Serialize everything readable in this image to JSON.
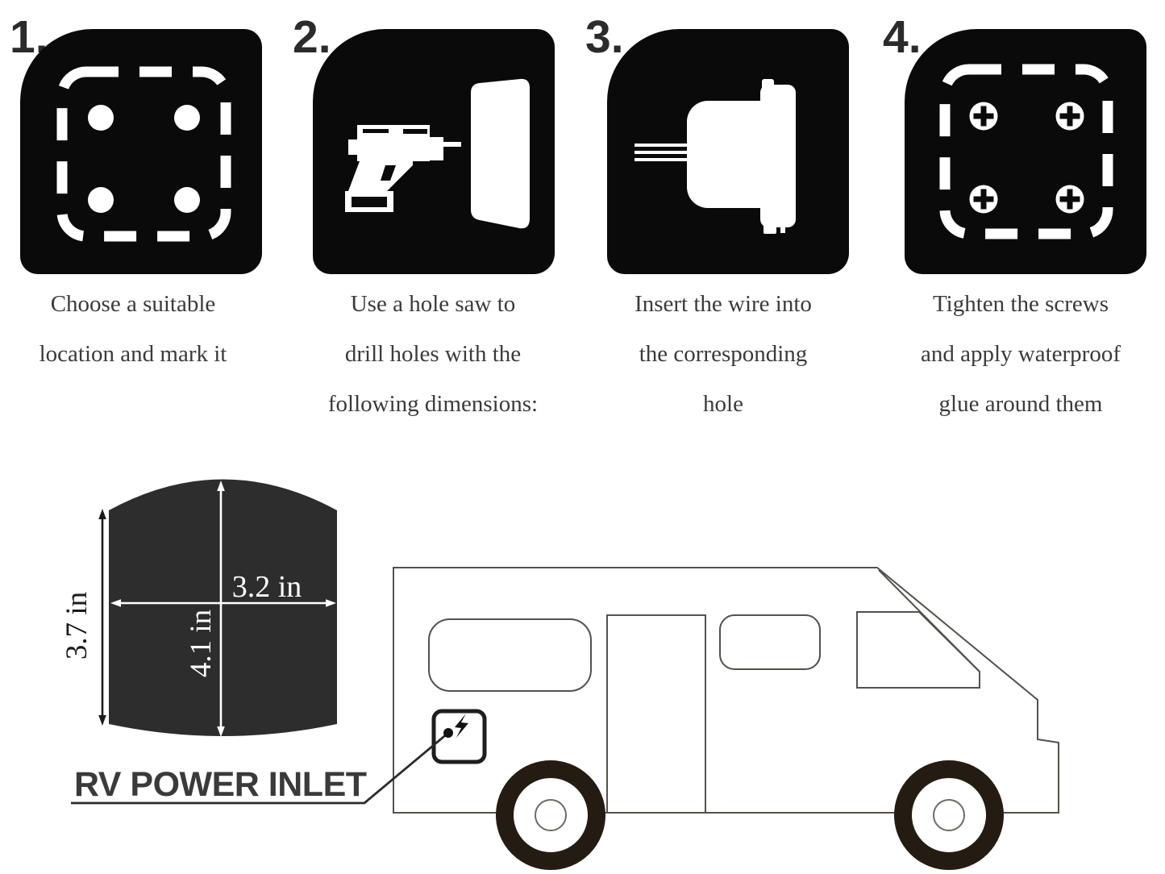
{
  "steps": [
    {
      "number": "1.",
      "icon": "marking-template-icon",
      "lines": [
        "Choose a suitable",
        "location and mark it"
      ]
    },
    {
      "number": "2.",
      "icon": "drill-hole-saw-icon",
      "lines": [
        "Use a hole saw to",
        "drill holes with the",
        "following dimensions:"
      ]
    },
    {
      "number": "3.",
      "icon": "wire-into-plug-icon",
      "lines": [
        "Insert the wire into",
        "the corresponding",
        "hole"
      ]
    },
    {
      "number": "4.",
      "icon": "tighten-screws-icon",
      "lines": [
        "Tighten the screws",
        "and apply waterproof",
        "glue around them"
      ]
    }
  ],
  "figure": {
    "width": "3.2 in",
    "height_side": "3.7 in",
    "height_center": "4.1 in",
    "inlet_label": "RV POWER INLET"
  },
  "colors": {
    "tile_background": "#0a0a0a",
    "caption_text": "#3b3b3b",
    "dimension_shape_fill": "#2d2d2d",
    "rv_outline": "#55514b",
    "tire": "#241b12",
    "label_text": "#3a3a3a",
    "icon_color": "#ffffff"
  }
}
